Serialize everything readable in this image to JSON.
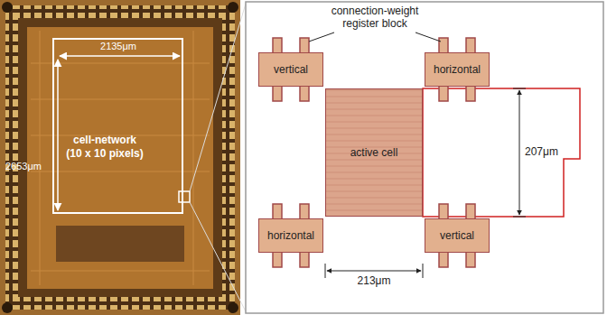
{
  "diagram": {
    "nodes": [
      {
        "text": [
          "cell-network (10 x 10 pixels)"
        ]
      },
      {
        "text": [
          "vertical"
        ]
      },
      {
        "text": [
          "horizontal"
        ]
      },
      {
        "text": [
          "active cell"
        ]
      },
      {
        "text": [
          "horizontal"
        ]
      },
      {
        "text": [
          "vertical"
        ]
      }
    ],
    "labels": [
      "2135μm",
      "2653μm",
      "connection-weight register block",
      "207μm",
      "213μm"
    ]
  }
}
